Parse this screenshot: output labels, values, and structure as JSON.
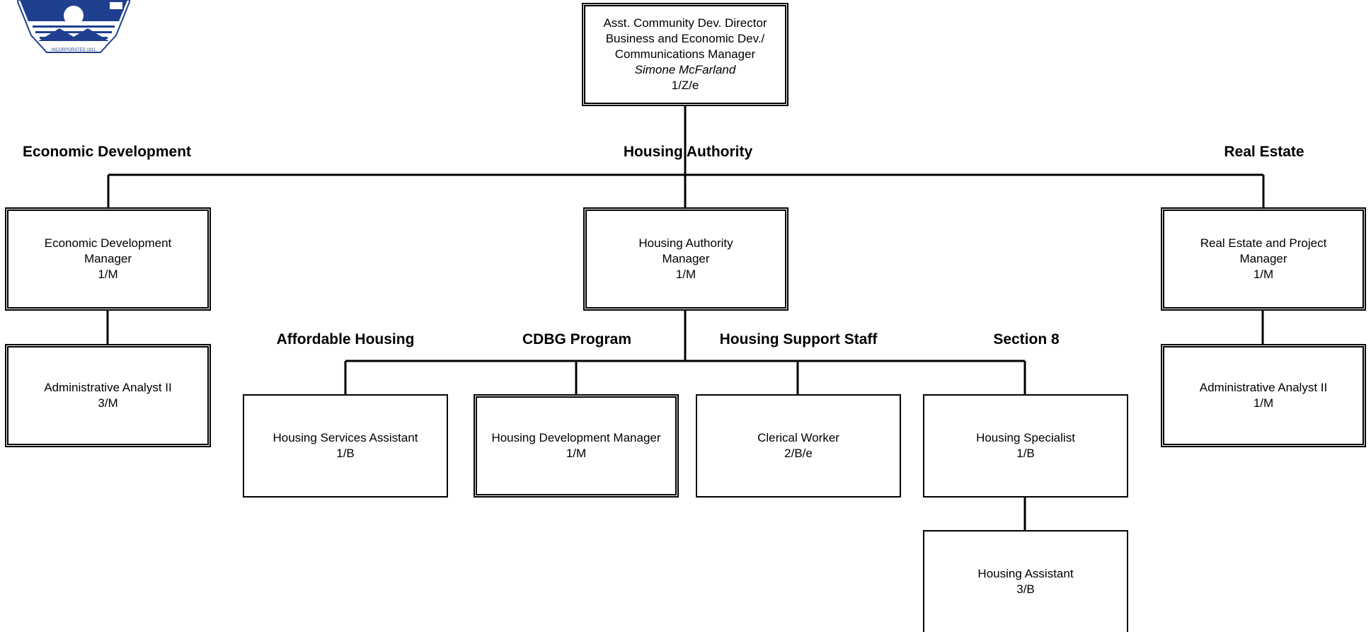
{
  "colors": {
    "logo_blue": "#1f3f8f",
    "line": "#000000"
  },
  "logo": {
    "seal_text": "INCORPORATED 1911"
  },
  "director": {
    "lines": [
      "Asst. Community Dev. Director",
      "Business and Economic Dev./",
      "Communications Manager"
    ],
    "name": "Simone McFarland",
    "code": "1/Z/e"
  },
  "divisions": {
    "economic_development": "Economic Development",
    "housing_authority": "Housing Authority",
    "real_estate": "Real Estate"
  },
  "sections": {
    "affordable_housing": "Affordable Housing",
    "cdbg_program": "CDBG Program",
    "housing_support_staff": "Housing Support Staff",
    "section_8": "Section 8"
  },
  "positions": {
    "econ_dev_manager": {
      "lines": [
        "Economic Development",
        "Manager"
      ],
      "code": "1/M"
    },
    "econ_admin_analyst": {
      "lines": [
        "Administrative Analyst II"
      ],
      "code": "3/M"
    },
    "housing_authority_manager": {
      "lines": [
        "Housing Authority",
        "Manager"
      ],
      "code": "1/M"
    },
    "real_estate_manager": {
      "lines": [
        "Real Estate and Project",
        "Manager"
      ],
      "code": "1/M"
    },
    "real_estate_admin_analyst": {
      "lines": [
        "Administrative Analyst II"
      ],
      "code": "1/M"
    },
    "housing_services_assistant": {
      "lines": [
        "Housing Services Assistant"
      ],
      "code": "1/B"
    },
    "housing_development_manager": {
      "lines": [
        "Housing Development Manager"
      ],
      "code": "1/M"
    },
    "clerical_worker": {
      "lines": [
        "Clerical Worker"
      ],
      "code": "2/B/e"
    },
    "housing_specialist": {
      "lines": [
        "Housing Specialist"
      ],
      "code": "1/B"
    },
    "housing_assistant": {
      "lines": [
        "Housing Assistant"
      ],
      "code": "3/B"
    }
  }
}
